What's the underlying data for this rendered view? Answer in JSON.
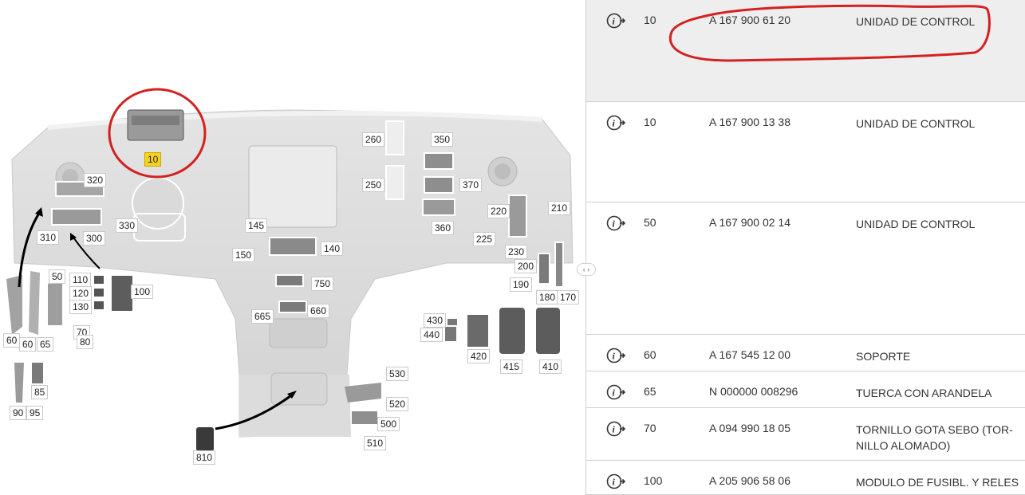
{
  "diagram": {
    "callouts": {
      "c10": "10",
      "c260": "260",
      "c250": "250",
      "c350": "350",
      "c370": "370",
      "c360": "360",
      "c320": "320",
      "c330": "330",
      "c310": "310",
      "c300": "300",
      "c145": "145",
      "c140": "140",
      "c150": "150",
      "c220": "220",
      "c210": "210",
      "c225": "225",
      "c230": "230",
      "c200": "200",
      "c190": "190",
      "c180": "180",
      "c170": "170",
      "c50": "50",
      "c110": "110",
      "c120": "120",
      "c130": "130",
      "c100": "100",
      "c750": "750",
      "c660": "660",
      "c665": "665",
      "c60a": "60",
      "c60b": "60",
      "c65": "65",
      "c70": "70",
      "c80": "80",
      "c85": "85",
      "c90": "90",
      "c95": "95",
      "c430": "430",
      "c440": "440",
      "c420": "420",
      "c415": "415",
      "c410": "410",
      "c530": "530",
      "c520": "520",
      "c500": "500",
      "c510": "510",
      "c810": "810"
    },
    "highlighted_callout": "10",
    "highlight_color": "#f6d21e",
    "annotation_color": "#d42020"
  },
  "splitter": {
    "handle_label": "‹ ›"
  },
  "parts": [
    {
      "position": "10",
      "part_number": "A 167 900 61 20",
      "description": "UNIDAD DE CONTROL",
      "icon": "info-arrow-icon",
      "selected": true
    },
    {
      "position": "10",
      "part_number": "A 167 900 13 38",
      "description": "UNIDAD DE CONTROL",
      "icon": "info-arrow-icon"
    },
    {
      "position": "50",
      "part_number": "A 167 900 02 14",
      "description": "UNIDAD DE CONTROL",
      "icon": "info-arrow-icon"
    },
    {
      "position": "60",
      "part_number": "A 167 545 12 00",
      "description": "SOPORTE",
      "icon": "info-arrow-icon"
    },
    {
      "position": "65",
      "part_number": "N 000000 008296",
      "description": "TUERCA CON ARANDELA",
      "icon": "info-arrow-icon"
    },
    {
      "position": "70",
      "part_number": "A 094 990 18 05",
      "description": "TORNILLO GOTA SEBO (TOR-NILLO ALOMADO)",
      "icon": "info-arrow-icon"
    },
    {
      "position": "100",
      "part_number": "A 205 906 58 06",
      "description": "MODULO DE FUSIBL. Y RELES",
      "icon": "info-arrow-icon"
    }
  ]
}
